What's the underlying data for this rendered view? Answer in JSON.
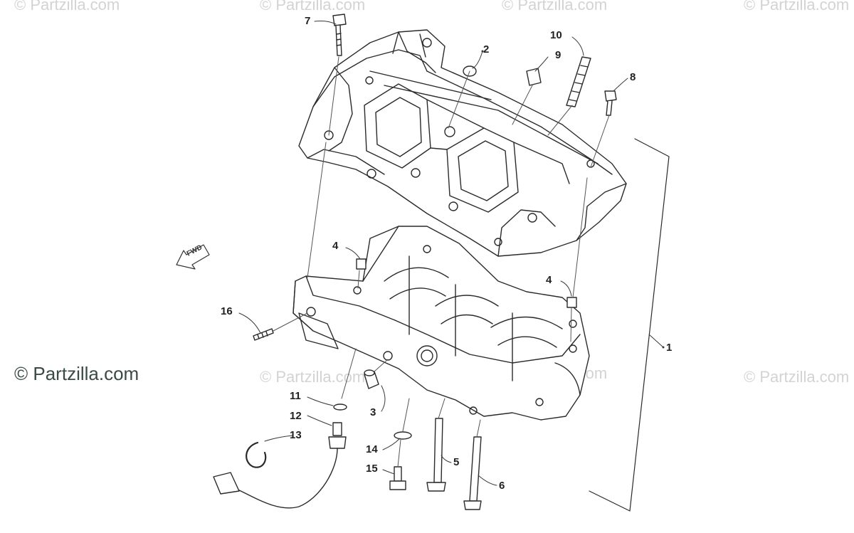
{
  "watermarks": {
    "text": "© Partzilla.com",
    "main_text": "© Partzilla.com",
    "color": "#d3d3d3",
    "main_color": "#3a4a44"
  },
  "fwd_arrow": {
    "label": "FWD",
    "icon": "fwd-arrow-icon"
  },
  "callouts": {
    "c1": "1",
    "c2": "2",
    "c3": "3",
    "c4a": "4",
    "c4b": "4",
    "c5": "5",
    "c6": "6",
    "c7": "7",
    "c8": "8",
    "c9": "9",
    "c10": "10",
    "c11": "11",
    "c12": "12",
    "c13": "13",
    "c14": "14",
    "c15": "15",
    "c16": "16"
  },
  "colors": {
    "line": "#2a2a2a",
    "callout_line": "#3a3a3a",
    "part_fill": "#ffffff"
  }
}
